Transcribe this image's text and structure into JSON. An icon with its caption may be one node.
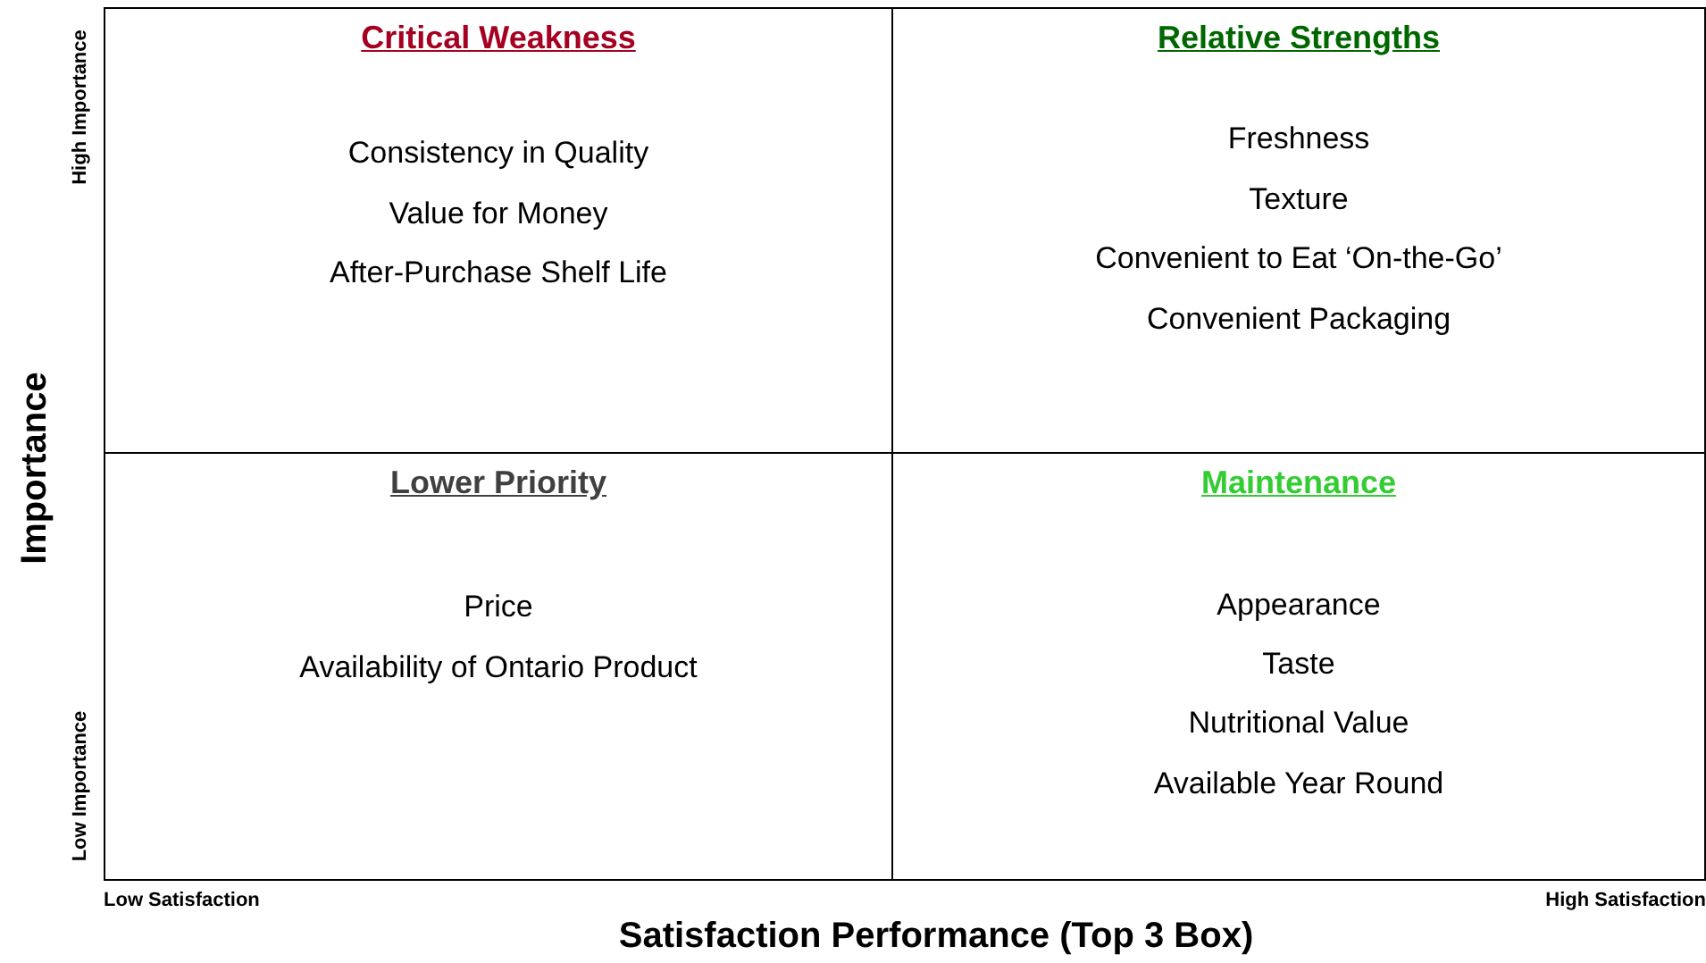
{
  "diagram": {
    "nodes": [
      {
        "text": [
          "Critical Weakness",
          "Consistency in Quality",
          "Value for Money",
          "After-Purchase Shelf Life"
        ]
      },
      {
        "text": [
          "Relative Strengths",
          "Freshness",
          "Texture",
          "Convenient to Eat ‘On-the-Go’",
          "Convenient Packaging"
        ]
      },
      {
        "text": [
          "Lower Priority",
          "Price",
          "Availability of Ontario Product"
        ]
      },
      {
        "text": [
          "Maintenance",
          "Appearance",
          "Taste",
          "Nutritional Value",
          "Available Year Round"
        ]
      }
    ],
    "labels": [
      "High Importance",
      "Importance",
      "Low Importance",
      "Low Satisfaction",
      "High Satisfaction",
      "Satisfaction Performance (Top 3 Box)"
    ]
  }
}
